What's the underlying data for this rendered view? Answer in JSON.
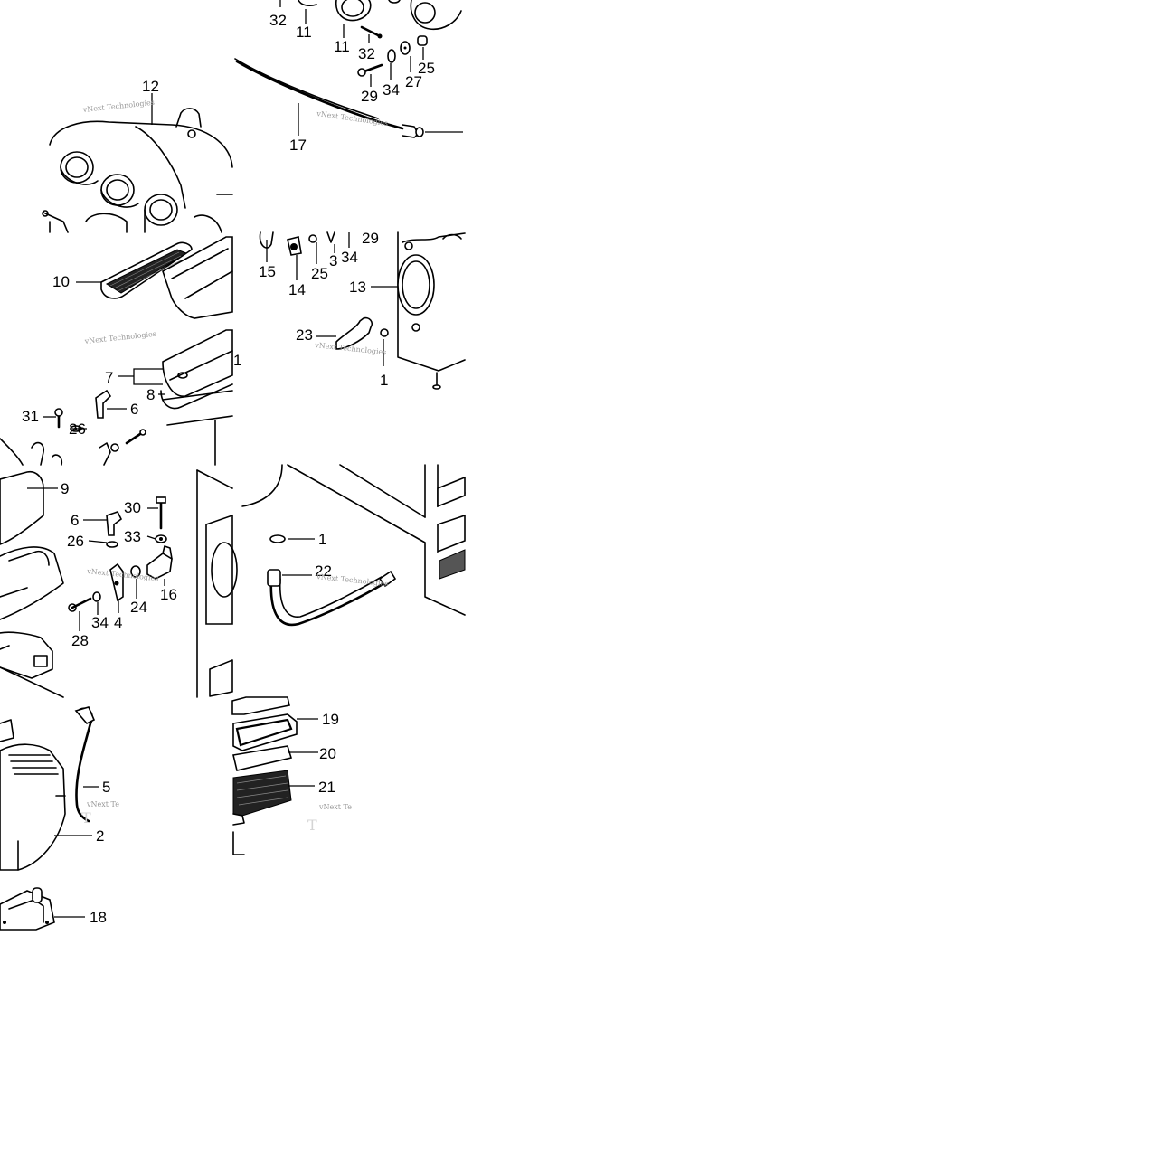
{
  "diagram": {
    "part_labels": {
      "l01": "32",
      "l02": "11",
      "l03": "11",
      "l04": "32",
      "l05": "25",
      "l06": "29",
      "l07": "34",
      "l08": "27",
      "l09": "12",
      "l10": "17",
      "l11": "10",
      "l12": "7",
      "l13": "8",
      "l14": "6",
      "l15": "31",
      "l16": "26",
      "l17": "1",
      "l18": "15",
      "l19": "14",
      "l20": "25",
      "l21": "3",
      "l22": "34",
      "l23": "29",
      "l24": "13",
      "l25": "23",
      "l26": "1",
      "l27": "9",
      "l28": "6",
      "l29": "30",
      "l30": "26",
      "l31": "33",
      "l32": "16",
      "l33": "24",
      "l34": "4",
      "l35": "34",
      "l36": "28",
      "l37": "1",
      "l38": "22",
      "l39": "5",
      "l40": "2",
      "l41": "18",
      "l42": "19",
      "l43": "20",
      "l44": "21"
    },
    "watermarks": {
      "w1": "vNext Technologies",
      "w2": "vNext Technologies",
      "w3": "vNext Technologies",
      "w4": "vNext Technologies",
      "w5": "vNext Technologies",
      "w6": "vNext Technologies",
      "w7": "vNext Te",
      "w8": "vNext Te"
    }
  }
}
